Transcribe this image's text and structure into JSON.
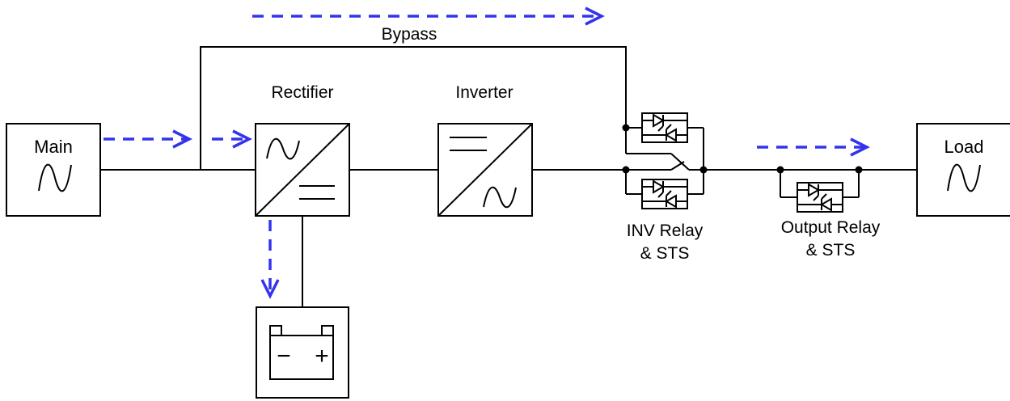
{
  "labels": {
    "main": "Main",
    "load": "Load",
    "bypass": "Bypass",
    "rectifier": "Rectifier",
    "inverter": "Inverter",
    "inv_relay_line1": "INV Relay",
    "inv_relay_line2": "& STS",
    "output_relay_line1": "Output Relay",
    "output_relay_line2": "& STS",
    "battery_minus": "−",
    "battery_plus": "+"
  },
  "colors": {
    "line": "#000000",
    "flow_arrow": "#3333ee",
    "background": "#ffffff"
  },
  "icons": {
    "main": "ac-sine-icon",
    "load": "ac-sine-icon",
    "rectifier": "ac-to-dc-converter-icon",
    "inverter": "dc-to-ac-converter-icon",
    "battery": "battery-icon",
    "sts": "thyristor-pair-icon"
  }
}
